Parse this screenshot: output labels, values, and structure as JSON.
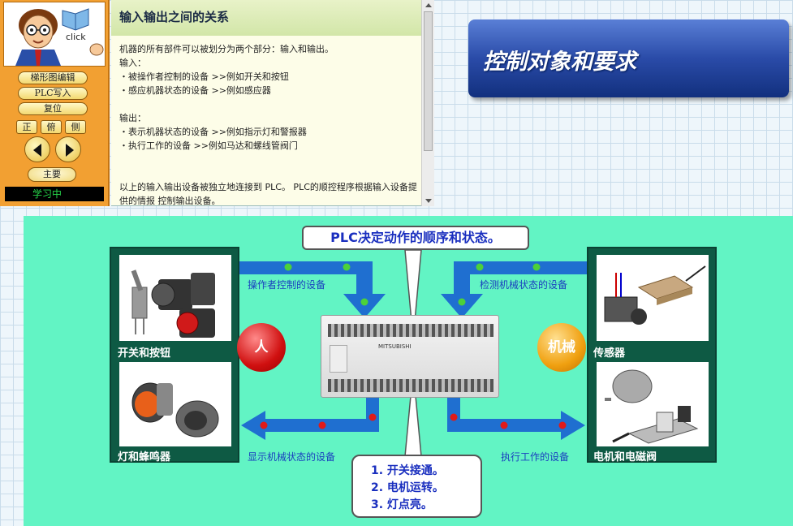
{
  "side_panel": {
    "click_label": "click",
    "buttons": [
      "梯形图编辑",
      "PLC写入",
      "复位"
    ],
    "views": [
      "正",
      "俯",
      "侧"
    ],
    "main_label": "主要",
    "status": "学习中"
  },
  "info": {
    "title": "输入输出之间的关系",
    "p1": "机器的所有部件可以被划分为两个部分：输入和输出。",
    "input_label": "输入：",
    "input_items": [
      "・被操作者控制的设备 >>例如开关和按钮",
      "・感应机器状态的设备 >>例如感应器"
    ],
    "output_label": "输出：",
    "output_items": [
      "・表示机器状态的设备 >>例如指示灯和警报器",
      "・执行工作的设备 >>例如马达和螺线管阀门"
    ],
    "p2": "以上的输入输出设备被独立地连接到 PLC。 PLC的顺控程序根据输入设备提供的情报 控制输出设备。"
  },
  "title_badge": "控制对象和要求",
  "diagram": {
    "center_title": "PLC决定动作的顺序和状态。",
    "labels": {
      "switch": "开关和按钮",
      "lamp": "灯和蜂鸣器",
      "sensor": "传感器",
      "motor": "电机和电磁阀",
      "operator_device": "操作者控制的设备",
      "detect_device": "检测机械状态的设备",
      "display_device": "显示机械状态的设备",
      "work_device": "执行工作的设备",
      "human": "人",
      "machine": "机械",
      "plc_brand": "MITSUBISHI"
    },
    "steps": [
      "1. 开关接通。",
      "2. 电机运转。",
      "3. 灯点亮。"
    ]
  },
  "colors": {
    "panel_orange": "#f2a032",
    "diagram_bg": "#62f4c4",
    "arrow_blue": "#1f6fd0",
    "title_blue": "#2a4ba8"
  }
}
